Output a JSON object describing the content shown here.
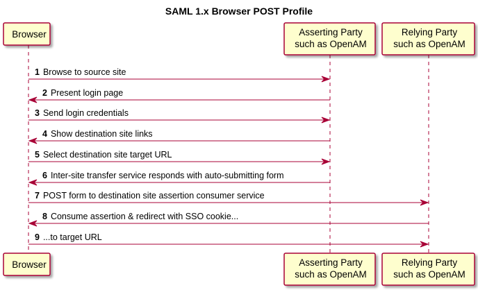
{
  "title": "SAML 1.x Browser POST Profile",
  "colors": {
    "participant_fill": "#FEFECE",
    "participant_border": "#A80036",
    "arrow": "#A80036",
    "lifeline": "#A80036"
  },
  "participants": [
    {
      "id": "browser",
      "lines": [
        "Browser"
      ]
    },
    {
      "id": "asserting",
      "lines": [
        "Asserting Party",
        "such as OpenAM"
      ]
    },
    {
      "id": "relying",
      "lines": [
        "Relying Party",
        "such as OpenAM"
      ]
    }
  ],
  "messages": [
    {
      "num": "1",
      "text": "Browse to source site",
      "from": "browser",
      "to": "asserting"
    },
    {
      "num": "2",
      "text": "Present login page",
      "from": "asserting",
      "to": "browser"
    },
    {
      "num": "3",
      "text": "Send login credentials",
      "from": "browser",
      "to": "asserting"
    },
    {
      "num": "4",
      "text": "Show destination site links",
      "from": "asserting",
      "to": "browser"
    },
    {
      "num": "5",
      "text": "Select destination site target URL",
      "from": "browser",
      "to": "asserting"
    },
    {
      "num": "6",
      "text": "Inter-site transfer service responds with auto-submitting form",
      "from": "asserting",
      "to": "browser"
    },
    {
      "num": "7",
      "text": "POST form to destination site assertion consumer service",
      "from": "browser",
      "to": "relying"
    },
    {
      "num": "8",
      "text": "Consume assertion & redirect with SSO cookie...",
      "from": "relying",
      "to": "browser"
    },
    {
      "num": "9",
      "text": "...to target URL",
      "from": "browser",
      "to": "relying"
    }
  ]
}
